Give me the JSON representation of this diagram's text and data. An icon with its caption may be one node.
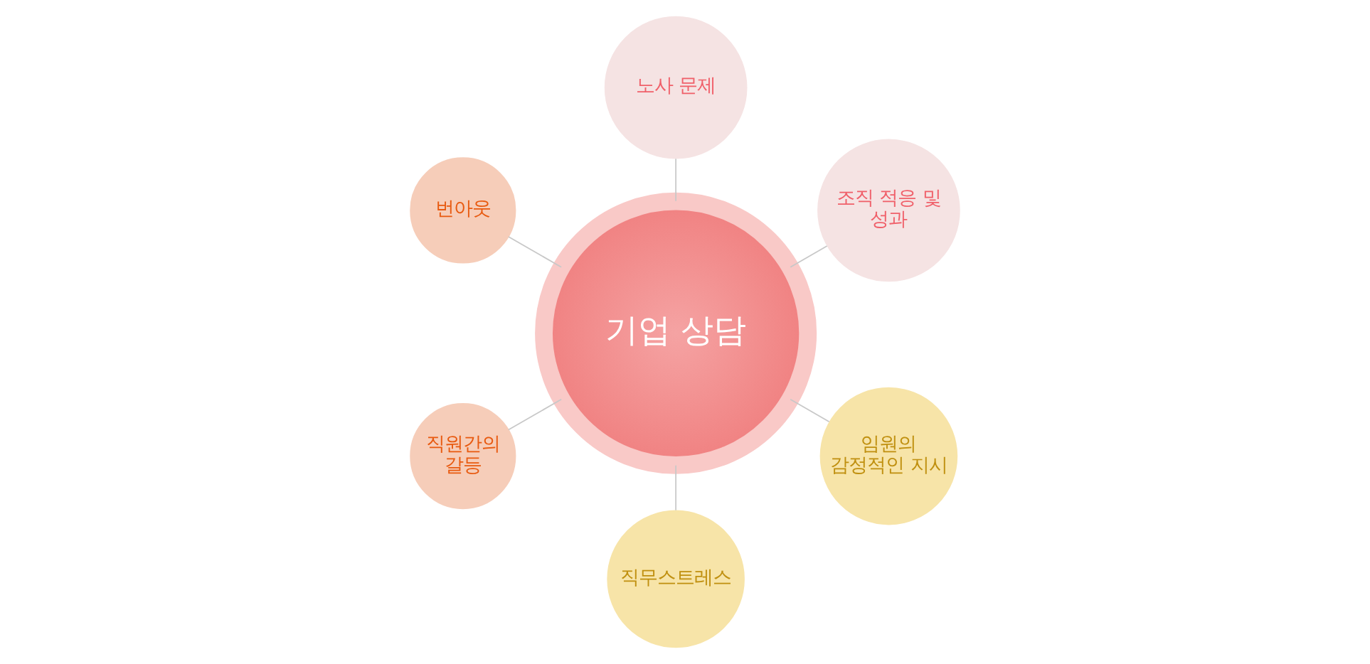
{
  "diagram": {
    "nodes": [
      {
        "text": [
          "기업 상담"
        ]
      },
      {
        "text": [
          "조직 적응 및 성과"
        ]
      },
      {
        "text": [
          "노사 문제"
        ]
      },
      {
        "text": [
          "번아웃"
        ]
      },
      {
        "text": [
          "직원간의 갈등"
        ]
      },
      {
        "text": [
          "직무스트레스"
        ]
      },
      {
        "text": [
          "임원의 감정적인 지시"
        ]
      }
    ],
    "edges": [
      {
        "from": 0,
        "to": 1,
        "arrow": "none"
      },
      {
        "from": 0,
        "to": 2,
        "arrow": "none"
      },
      {
        "from": 0,
        "to": 3,
        "arrow": "none"
      },
      {
        "from": 0,
        "to": 4,
        "arrow": "none"
      },
      {
        "from": 0,
        "to": 5,
        "arrow": "none"
      },
      {
        "from": 0,
        "to": 6,
        "arrow": "none"
      }
    ]
  }
}
